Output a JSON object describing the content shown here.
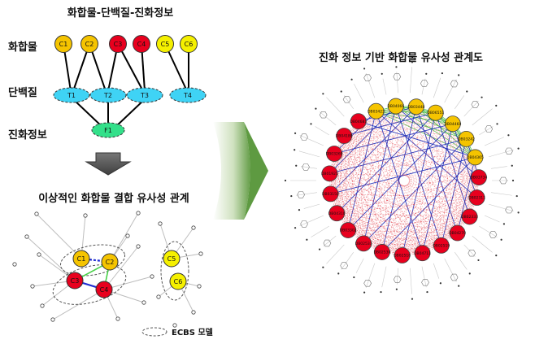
{
  "diagram": {
    "left_title": "화합물-단백질-진화정보",
    "row_labels": {
      "compound": "화합물",
      "protein": "단백질",
      "evolution": "진화정보"
    },
    "compounds": [
      {
        "id": "C1",
        "color": "#f5c400"
      },
      {
        "id": "C2",
        "color": "#f5c400"
      },
      {
        "id": "C3",
        "color": "#e8001e"
      },
      {
        "id": "C4",
        "color": "#e8001e"
      },
      {
        "id": "C5",
        "color": "#f5f000"
      },
      {
        "id": "C6",
        "color": "#f5f000"
      }
    ],
    "proteins": [
      "T1",
      "T2",
      "T3",
      "T4"
    ],
    "evolution_nodes": [
      "F1"
    ],
    "ideal_title": "이상적인 화합물 결합 유사성 관계",
    "ideal_nodes": [
      "C1",
      "C2",
      "C3",
      "C4",
      "C5",
      "C6"
    ],
    "legend_label": "ECBS 모델",
    "right_title": "진화 정보 기반 화합물 유사성 관계도",
    "network_nodes": [
      {
        "label": "DB03423",
        "color": "#f5c400"
      },
      {
        "label": "DB04066",
        "color": "#f5c400"
      },
      {
        "label": "DB03448",
        "color": "#f5c400"
      },
      {
        "label": "DB06551",
        "color": "#f5c400"
      },
      {
        "label": "DB04460",
        "color": "#f5c400"
      },
      {
        "label": "DB03242",
        "color": "#f5c400"
      },
      {
        "label": "DB04365",
        "color": "#f5c400"
      },
      {
        "label": "DB03734",
        "color": "#e8001e"
      },
      {
        "label": "DB02311",
        "color": "#e8001e"
      },
      {
        "label": "DB02333",
        "color": "#e8001e"
      },
      {
        "label": "DB04270",
        "color": "#e8001e"
      },
      {
        "label": "DB02519",
        "color": "#e8001e"
      },
      {
        "label": "DB04711",
        "color": "#e8001e"
      },
      {
        "label": "DB02518",
        "color": "#e8001e"
      },
      {
        "label": "DB02530",
        "color": "#e8001e"
      },
      {
        "label": "DB02531",
        "color": "#e8001e"
      },
      {
        "label": "DB03302",
        "color": "#e8001e"
      },
      {
        "label": "DB04310",
        "color": "#e8001e"
      },
      {
        "label": "DB03150",
        "color": "#e8001e"
      },
      {
        "label": "DB01921",
        "color": "#e8001e"
      },
      {
        "label": "DB03269",
        "color": "#e8001e"
      },
      {
        "label": "DB04188",
        "color": "#e8001e"
      },
      {
        "label": "DB04681",
        "color": "#e8001e"
      }
    ]
  }
}
